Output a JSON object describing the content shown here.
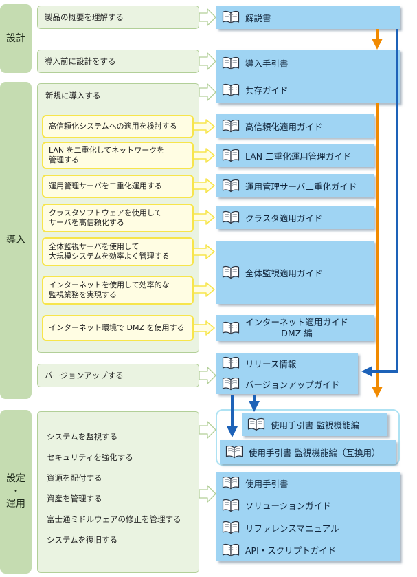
{
  "phases": {
    "design": "設計",
    "introduction": "導入",
    "setup_operation": "設定\n・\n運用"
  },
  "tasks": {
    "understand_overview": "製品の概要を理解する",
    "design_before_install": "導入前に設計をする",
    "new_install": "新規に導入する",
    "high_reliability": "高信頼化システムへの適用を検討する",
    "lan_duplex": "LAN を二重化してネットワークを\n管理する",
    "mgmt_server_duplex": "運用管理サーバを二重化運用する",
    "cluster": "クラスタソフトウェアを使用して\nサーバを高信頼化する",
    "overall_monitoring": "全体監視サーバを使用して\n大規模システムを効率よく管理する",
    "internet_monitoring": "インターネットを使用して効率的な\n監視業務を実現する",
    "dmz": "インターネット環境で DMZ を使用する",
    "version_up": "バージョンアップする",
    "monitor_system": "システムを監視する",
    "strengthen_security": "セキュリティを強化する",
    "distribute_resources": "資源を配付する",
    "manage_assets": "資産を管理する",
    "manage_fujitsu_fixes": "富士通ミドルウェアの修正を管理する",
    "restore_system": "システムを復旧する"
  },
  "documents": {
    "manual": "解説書",
    "install_guide": "導入手引書",
    "coexistence_guide": "共存ガイド",
    "high_reliability_guide": "高信頼化適用ガイド",
    "lan_duplex_guide": "LAN 二重化運用管理ガイド",
    "mgmt_server_duplex_guide": "運用管理サーバ二重化ガイド",
    "cluster_guide": "クラスタ適用ガイド",
    "overall_monitoring_guide": "全体監視適用ガイド",
    "internet_guide": "インターネット適用ガイド\nDMZ 編",
    "release_info": "リリース情報",
    "version_up_guide": "バージョンアップガイド",
    "monitoring_user_guide": "使用手引書 監視機能編",
    "monitoring_user_guide_compat": "使用手引書 監視機能編（互換用）",
    "user_guide": "使用手引書",
    "solution_guide": "ソリューションガイド",
    "reference_manual": "リファレンスマニュアル",
    "api_script_guide": "API・スクリプトガイド"
  },
  "icons": {
    "book": "open-book-icon",
    "arrow": "right-arrow-icon"
  },
  "colors": {
    "phase_bg": "#c5dcb1",
    "task_bg": "#eaf3e1",
    "highlight_border": "#f7e54b",
    "doc_bg": "#9fd4f3",
    "orange_arrow": "#f18a00",
    "blue_arrow": "#1d62b8"
  }
}
